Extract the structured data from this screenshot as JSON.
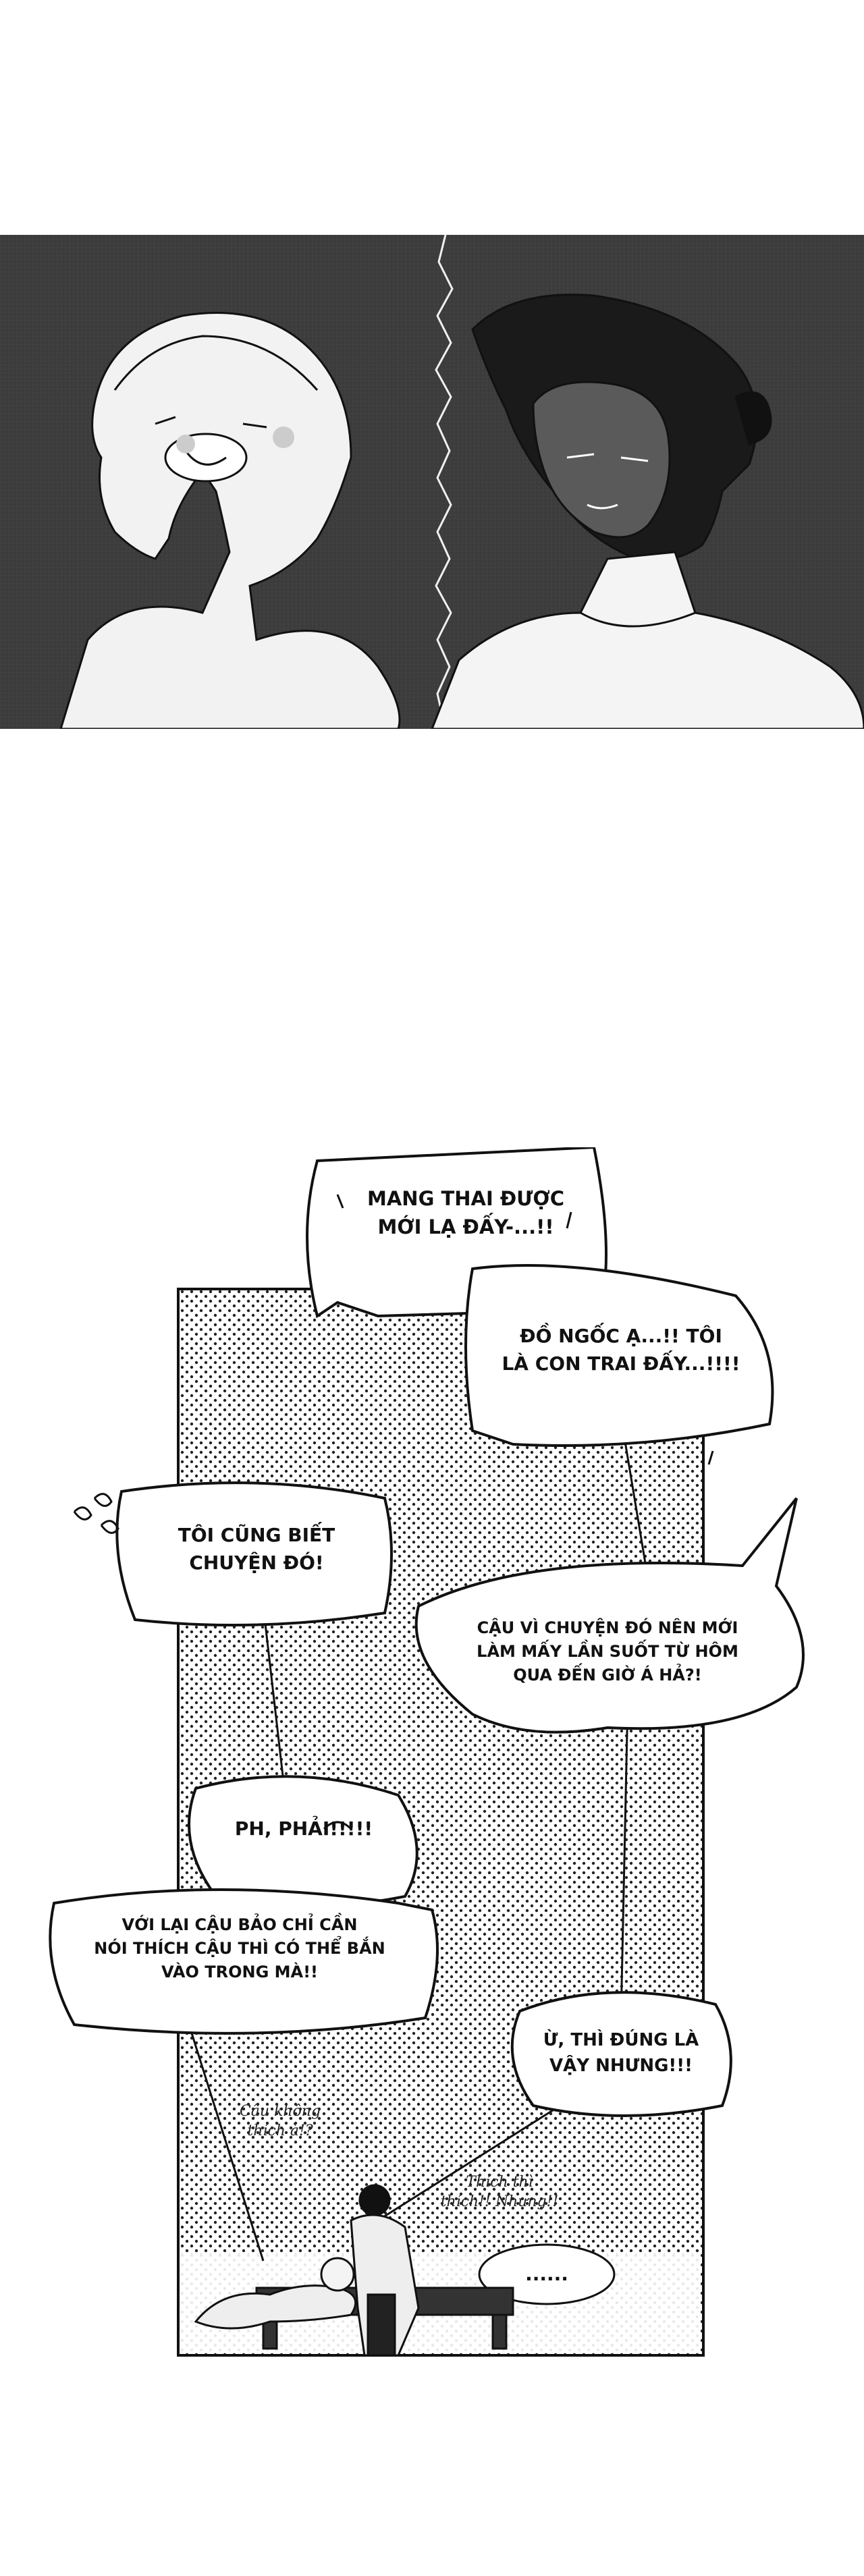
{
  "colors": {
    "background": "#ffffff",
    "ink": "#111111",
    "panel_dark": "#3d3d3d",
    "bubble_fill": "#ffffff"
  },
  "bubbles": [
    {
      "id": "b1",
      "lines": [
        "MANG THAI ĐƯỢC",
        "MỚI LẠ ĐẤY-...!!"
      ]
    },
    {
      "id": "b2",
      "lines": [
        "ĐỒ NGỐC Ạ...!! TÔI",
        "LÀ CON TRAI ĐẤY...!!!!"
      ]
    },
    {
      "id": "b3",
      "lines": [
        "TÔI CŨNG BIẾT",
        "CHUYỆN ĐÓ!"
      ]
    },
    {
      "id": "b4",
      "lines": [
        "CẬU VÌ CHUYỆN ĐÓ NÊN MỚI",
        "LÀM MẤY LẦN SUỐT TỪ HÔM",
        "QUA ĐẾN GIỜ Á HẢ?!"
      ]
    },
    {
      "id": "b5",
      "lines": [
        "PH, PHẢI!!!!!"
      ]
    },
    {
      "id": "b6",
      "lines": [
        "VỚI LẠI CẬU BẢO CHỈ CẦN",
        "NÓI THÍCH CẬU THÌ CÓ THỂ BẮN",
        "VÀO TRONG MÀ!!"
      ]
    },
    {
      "id": "b7",
      "lines": [
        "Ừ, THÌ ĐÚNG LÀ",
        "VẬY NHƯNG!!!"
      ]
    },
    {
      "id": "b8",
      "lines": [
        "......"
      ]
    }
  ],
  "handwritten": [
    {
      "id": "h1",
      "lines": [
        "Cậu không",
        "thích à!?"
      ]
    },
    {
      "id": "h2",
      "lines": [
        "Thích thì",
        "thích!! Nhưng!!"
      ]
    }
  ]
}
